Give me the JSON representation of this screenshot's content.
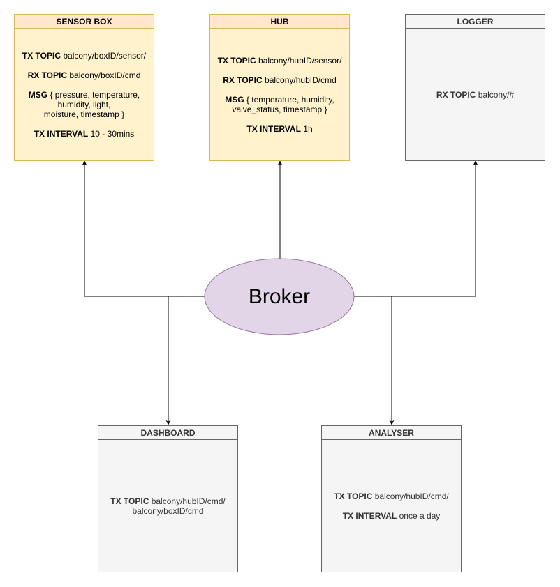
{
  "broker": {
    "label": "Broker",
    "fill": "#e1d5e7",
    "stroke": "#9673a6"
  },
  "nodes": {
    "sensor_box": {
      "title": "SENSOR BOX",
      "lines": [
        {
          "key": "TX TOPIC",
          "value": "balcony/boxID/sensor/"
        },
        {
          "key": "RX TOPIC",
          "value": "balcony/boxID/cmd"
        },
        {
          "key": "MSG",
          "value": "{ pressure, temperature,\nhumidity, light,\nmoisture, timestamp }"
        },
        {
          "key": "TX INTERVAL",
          "value": "10 - 30mins"
        }
      ]
    },
    "hub": {
      "title": "HUB",
      "lines": [
        {
          "key": "TX TOPIC",
          "value": "balcony/hubID/sensor/"
        },
        {
          "key": "RX TOPIC",
          "value": "balcony/hubID/cmd"
        },
        {
          "key": "MSG",
          "value": "{ temperature, humidity,\nvalve_status, timestamp }"
        },
        {
          "key": "TX INTERVAL",
          "value": "1h"
        }
      ]
    },
    "logger": {
      "title": "LOGGER",
      "lines": [
        {
          "key": "RX TOPIC",
          "value": "balcony/#"
        }
      ]
    },
    "dashboard": {
      "title": "DASHBOARD",
      "lines": [
        {
          "key": "TX TOPIC",
          "value": "balcony/hubID/cmd/\nbalcony/boxID/cmd"
        }
      ]
    },
    "analyser": {
      "title": "ANALYSER",
      "lines": [
        {
          "key": "TX TOPIC",
          "value": "balcony/hubID/cmd/"
        },
        {
          "key": "TX INTERVAL",
          "value": "once a day"
        }
      ]
    }
  },
  "colors": {
    "yellow_fill": "#fff2cc",
    "yellow_header": "#ffe6cc",
    "yellow_stroke": "#d6b656",
    "gray_fill": "#f5f5f5",
    "gray_stroke": "#666666",
    "wire": "#000000"
  }
}
